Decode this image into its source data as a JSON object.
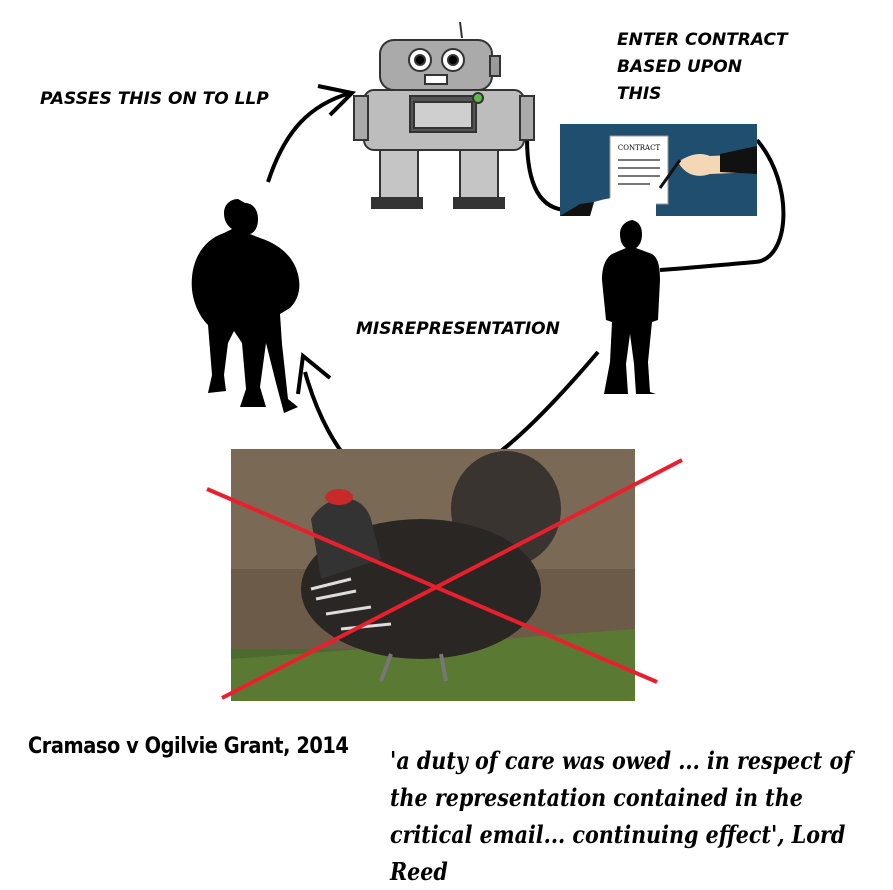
{
  "labels": {
    "passes": "PASSES THIS ON TO LLP",
    "enter_contract": [
      "ENTER CONTRACT",
      "BASED UPON",
      "THIS"
    ],
    "misrepresentation": "MISREPRESENTATION"
  },
  "contract_doc_title": "CONTRACT",
  "case_name": "Cramaso v Ogilvie Grant, 2014",
  "quote": "'a duty of care was owed ... in respect of the representation contained in the critical email... continuing effect', Lord Reed",
  "colors": {
    "cross": "#e8202e",
    "contract_bg": "#1f4e6f"
  }
}
